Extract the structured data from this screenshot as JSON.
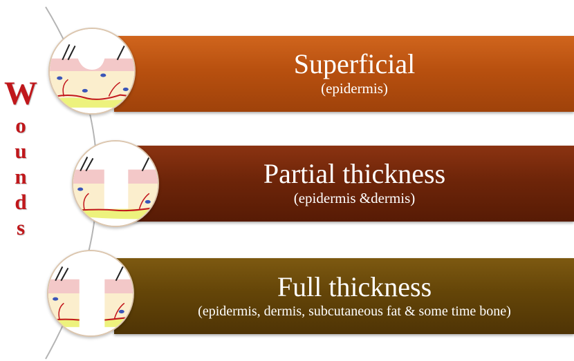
{
  "side_title": {
    "letters": [
      "W",
      "o",
      "u",
      "n",
      "d",
      "s"
    ]
  },
  "levels": [
    {
      "title": "Superficial",
      "subtitle": "(epidermis)"
    },
    {
      "title": "Partial thickness",
      "subtitle": "(epidermis &dermis)"
    },
    {
      "title": "Full thickness",
      "subtitle": "(epidermis, dermis, subcutaneous fat & some time bone)"
    }
  ],
  "colors": {
    "title_letters": "#c0171b",
    "band_superficial": "#b8500f",
    "band_partial": "#6e2509",
    "band_full": "#644508",
    "skin_epidermis": "#f3c8c8",
    "skin_dermis": "#fbeecd",
    "subcutaneous_fat": "#edf27d",
    "blood_vessel": "#c2161c"
  },
  "icons": [
    "skin-cross-section-superficial-icon",
    "skin-cross-section-partial-icon",
    "skin-cross-section-full-icon"
  ]
}
